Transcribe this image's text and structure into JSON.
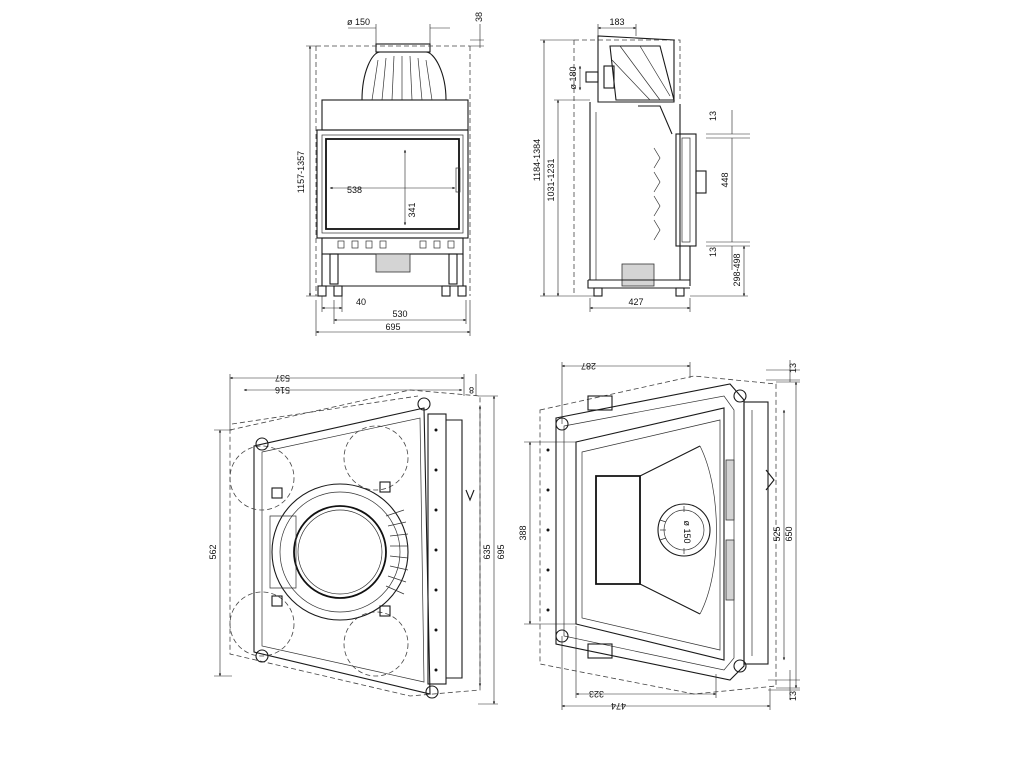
{
  "dimensions": {
    "front": {
      "flue_diameter": "ø 150",
      "top_offset": "38",
      "height_range": "1157-1357",
      "glass_width": "538",
      "glass_height": "341",
      "foot_offset": "40",
      "inner_width": "530",
      "overall_width": "695"
    },
    "side": {
      "flue_offset": "183",
      "flue_diameter": "ø 180",
      "height_outer": "1184-1384",
      "height_inner": "1031-1231",
      "frame_top": "13",
      "opening_height": "448",
      "frame_bottom": "13",
      "base_height": "298-498",
      "depth": "427"
    },
    "plan_left": {
      "top_width_a": "537",
      "top_width_b": "516",
      "top_offset": "8",
      "depth_left": "562",
      "depth_right_a": "635",
      "depth_right_b": "695"
    },
    "plan_right": {
      "top_width": "287",
      "top_offset": "13",
      "inner_depth": "388",
      "flue_diameter": "ø 150",
      "depth_a": "525",
      "depth_b": "650",
      "bottom_width_a": "323",
      "bottom_width_b": "474",
      "bottom_offset": "13"
    }
  }
}
